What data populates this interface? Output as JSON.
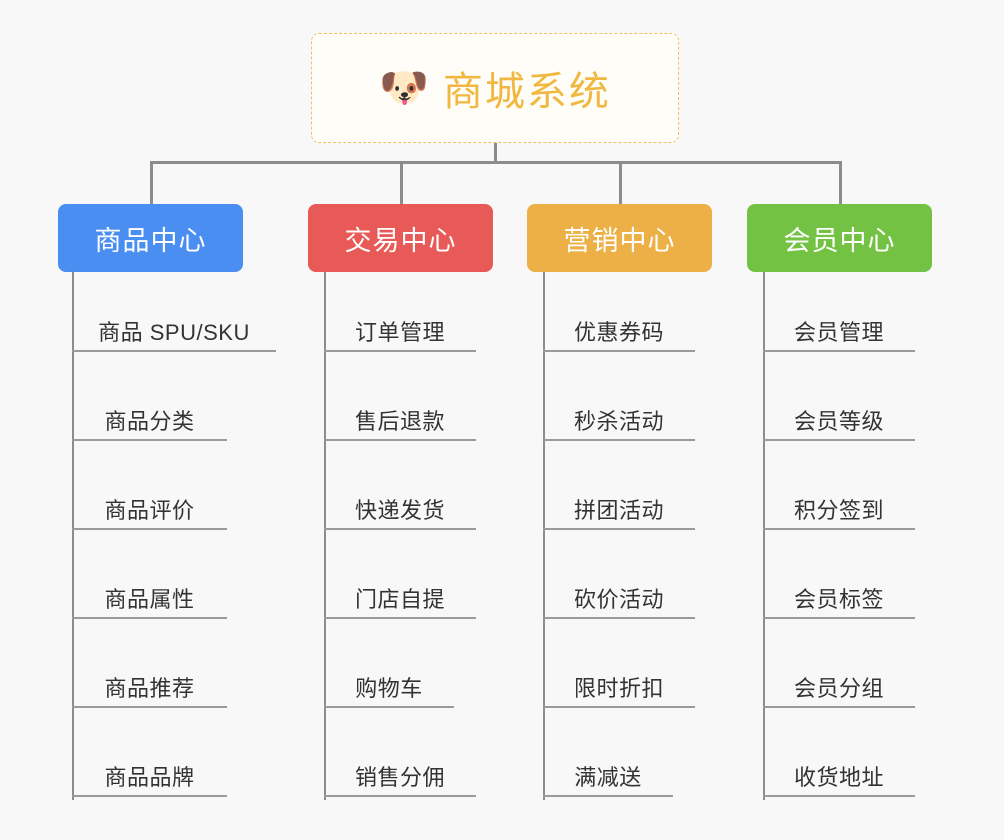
{
  "background_color": "#f8f8f8",
  "root": {
    "icon": "dog-face-icon",
    "icon_glyph": "🐶",
    "title": "商城系统",
    "text_color": "#f0b840",
    "border_color": "#f0c064",
    "background_color": "#fffdf8"
  },
  "connector_color": "#8c8c8c",
  "leaf_line_color": "#9a9a9a",
  "leaf_text_color": "#333333",
  "columns": [
    {
      "id": "product-center",
      "label": "商品中心",
      "color": "#4a8ef2",
      "items": [
        "商品 SPU/SKU",
        "商品分类",
        "商品评价",
        "商品属性",
        "商品推荐",
        "商品品牌"
      ]
    },
    {
      "id": "trade-center",
      "label": "交易中心",
      "color": "#e85a57",
      "items": [
        "订单管理",
        "售后退款",
        "快递发货",
        "门店自提",
        "购物车",
        "销售分佣"
      ]
    },
    {
      "id": "marketing-center",
      "label": "营销中心",
      "color": "#ecb046",
      "items": [
        "优惠券码",
        "秒杀活动",
        "拼团活动",
        "砍价活动",
        "限时折扣",
        "满减送"
      ]
    },
    {
      "id": "member-center",
      "label": "会员中心",
      "color": "#74c244",
      "items": [
        "会员管理",
        "会员等级",
        "积分签到",
        "会员标签",
        "会员分组",
        "收货地址"
      ]
    }
  ]
}
